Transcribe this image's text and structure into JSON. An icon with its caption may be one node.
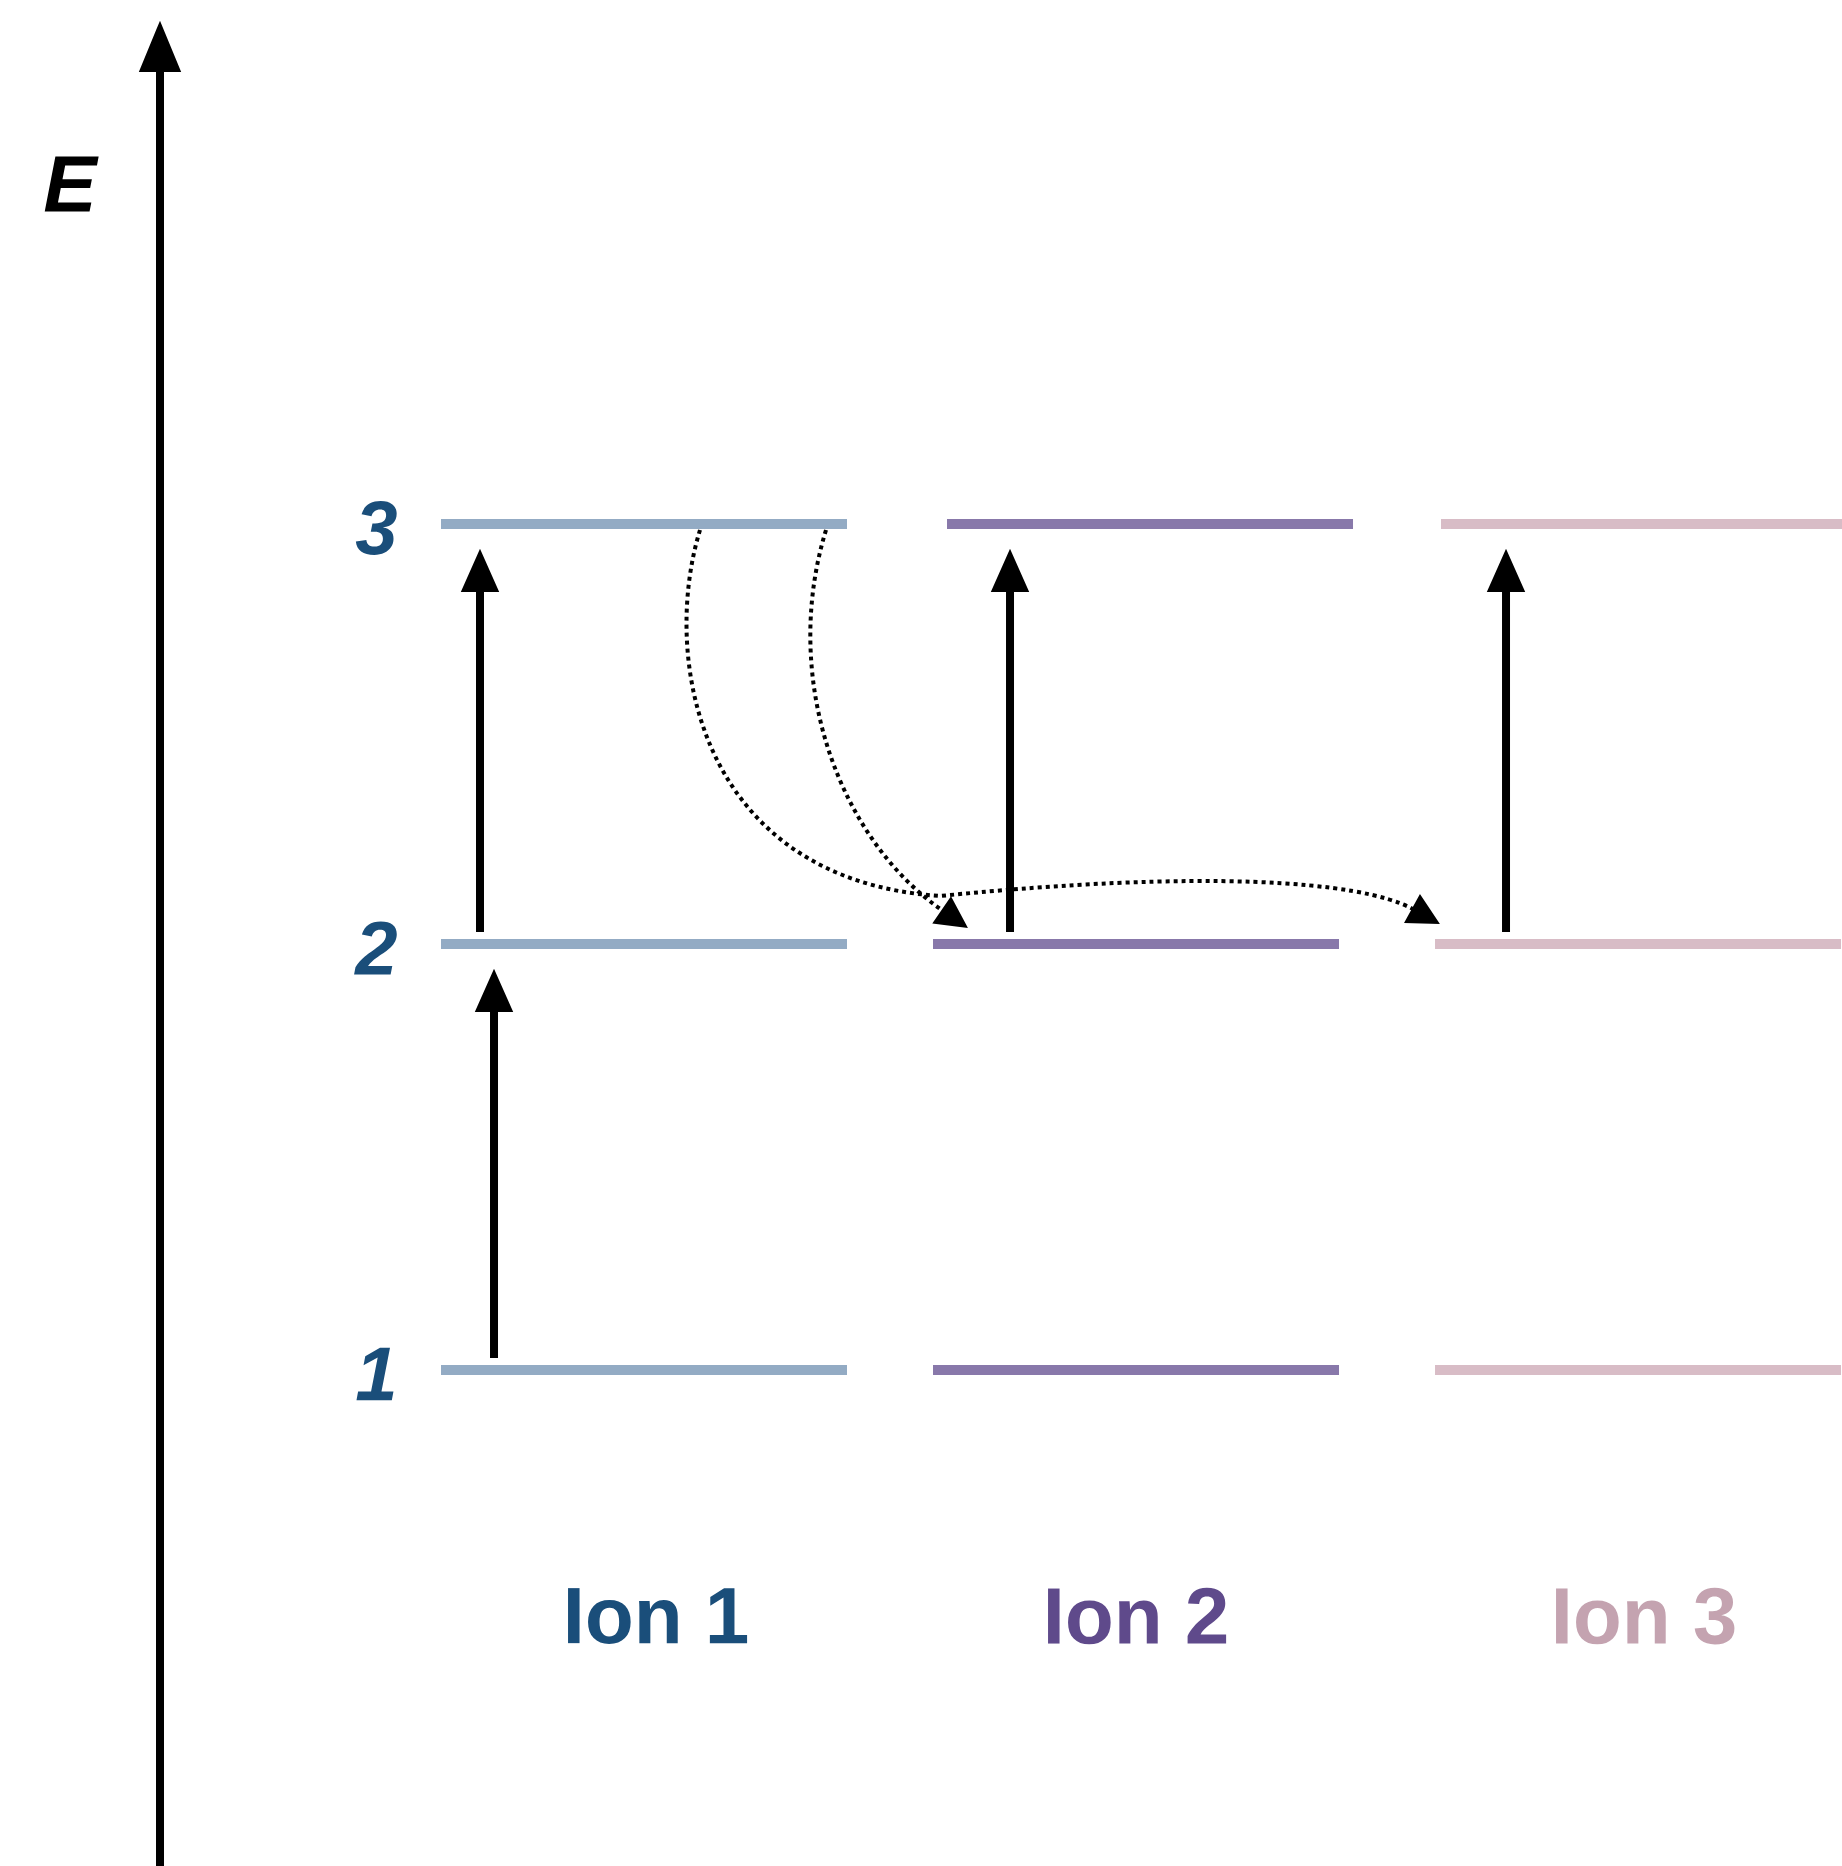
{
  "diagram": {
    "nodes": [
      {
        "text": [],
        "shape": "bar",
        "beside": [
          "3"
        ]
      },
      {
        "text": [],
        "shape": "bar"
      },
      {
        "text": [],
        "shape": "bar"
      },
      {
        "text": [],
        "shape": "bar",
        "beside": [
          "2"
        ]
      },
      {
        "text": [],
        "shape": "bar"
      },
      {
        "text": [],
        "shape": "bar"
      },
      {
        "text": [],
        "shape": "bar",
        "beside": [
          "1"
        ]
      },
      {
        "text": [],
        "shape": "bar"
      },
      {
        "text": [],
        "shape": "bar"
      }
    ],
    "edges": [
      {
        "from": 6,
        "to": 3,
        "arrow": "to"
      },
      {
        "from": 3,
        "to": 0,
        "arrow": "to"
      },
      {
        "from": 4,
        "to": 1,
        "arrow": "to"
      },
      {
        "from": 5,
        "to": 2,
        "arrow": "to"
      },
      {
        "from": 0,
        "to": 4,
        "arrow": "to",
        "style": "dashed"
      },
      {
        "from": 0,
        "to": 5,
        "arrow": "to",
        "style": "dashed"
      }
    ],
    "labels": [
      "E",
      "Ion 1",
      "Ion 2",
      "Ion 3"
    ]
  }
}
